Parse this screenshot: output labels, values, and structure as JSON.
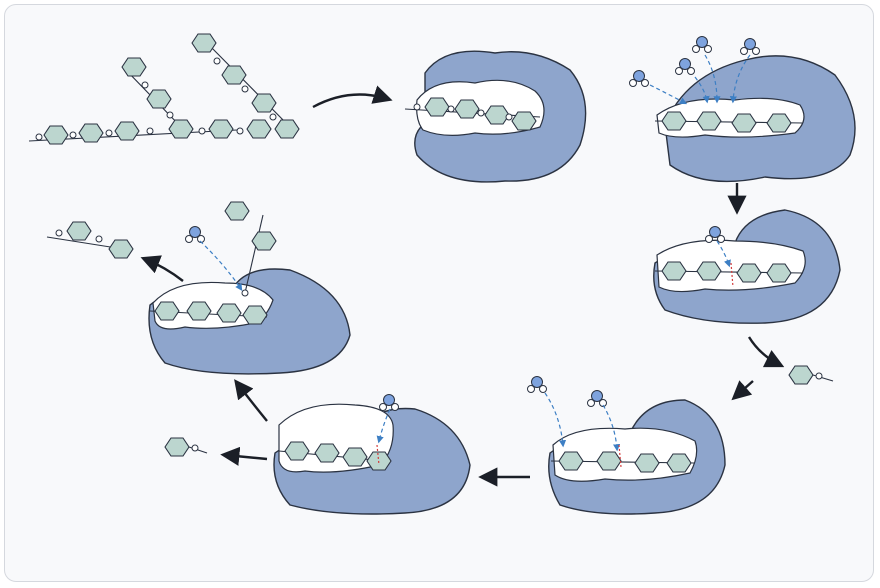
{
  "diagram": {
    "type": "enzymatic-hydrolysis-cycle",
    "panels": [
      {
        "id": "panel-branched-substrate"
      },
      {
        "id": "panel-binding"
      },
      {
        "id": "panel-water-entry"
      },
      {
        "id": "panel-cleavage"
      },
      {
        "id": "panel-product-release"
      },
      {
        "id": "panel-next-cleavage"
      },
      {
        "id": "panel-regeneration"
      }
    ],
    "colors": {
      "enzyme": "#8ea5cc",
      "sugar_ring": "#bcd6cf",
      "water_oxygen": "#7ea3de",
      "water_path": "#3d7fc4",
      "cleavage_marker": "#d23a3a"
    },
    "icons": [
      "enzyme-shape",
      "glucose-ring",
      "water-molecule",
      "flow-arrow"
    ]
  }
}
